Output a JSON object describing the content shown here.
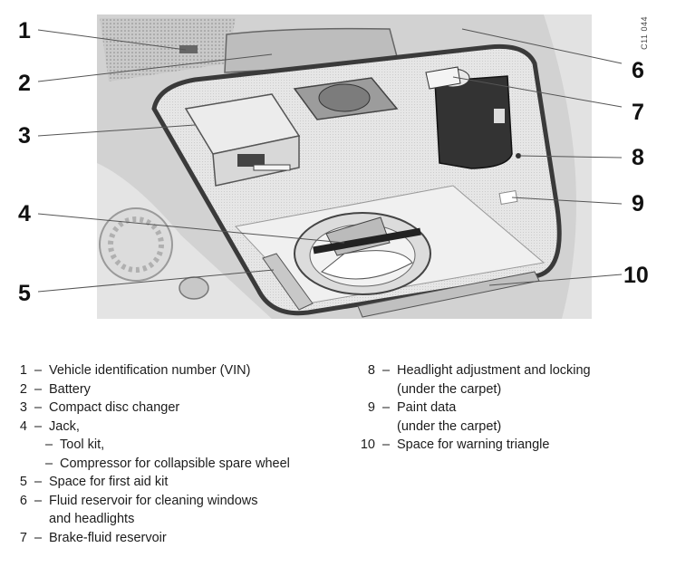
{
  "figure_code": "C11 044",
  "callouts": [
    "1",
    "2",
    "3",
    "4",
    "5",
    "6",
    "7",
    "8",
    "9",
    "10"
  ],
  "legend_left": [
    {
      "num": "1",
      "lines": [
        "Vehicle identification number (VIN)"
      ]
    },
    {
      "num": "2",
      "lines": [
        "Battery"
      ]
    },
    {
      "num": "3",
      "lines": [
        "Compact disc changer"
      ]
    },
    {
      "num": "4",
      "lines": [
        "Jack,"
      ]
    },
    {
      "num": "",
      "lines": [
        "Tool kit,"
      ]
    },
    {
      "num": "",
      "lines": [
        "Compressor for collapsible spare wheel"
      ]
    },
    {
      "num": "5",
      "lines": [
        "Space for first aid kit"
      ]
    },
    {
      "num": "6",
      "lines": [
        "Fluid reservoir for cleaning windows",
        "and headlights"
      ]
    },
    {
      "num": "7",
      "lines": [
        "Brake-fluid reservoir"
      ]
    }
  ],
  "legend_right": [
    {
      "num": "8",
      "lines": [
        "Headlight adjustment and locking",
        "(under the carpet)"
      ]
    },
    {
      "num": "9",
      "lines": [
        "Paint data",
        "(under the carpet)"
      ]
    },
    {
      "num": "10",
      "lines": [
        "Space for warning triangle"
      ]
    }
  ]
}
